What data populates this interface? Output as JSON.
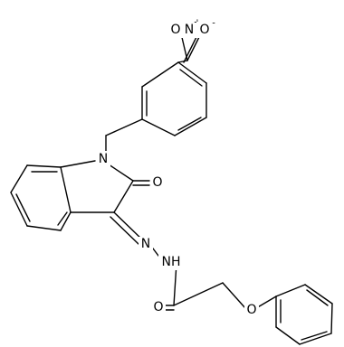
{
  "atoms": {
    "n_nitro": "N",
    "n_nitro_charge": "+",
    "o_nitro_1": "O",
    "o_nitro_2": "O",
    "o_nitro_2_charge": "-",
    "n_indole": "N",
    "o_lactam": "O",
    "n_imine": "N",
    "n_amide": "NH",
    "o_amide": "O",
    "o_ether": "O"
  }
}
